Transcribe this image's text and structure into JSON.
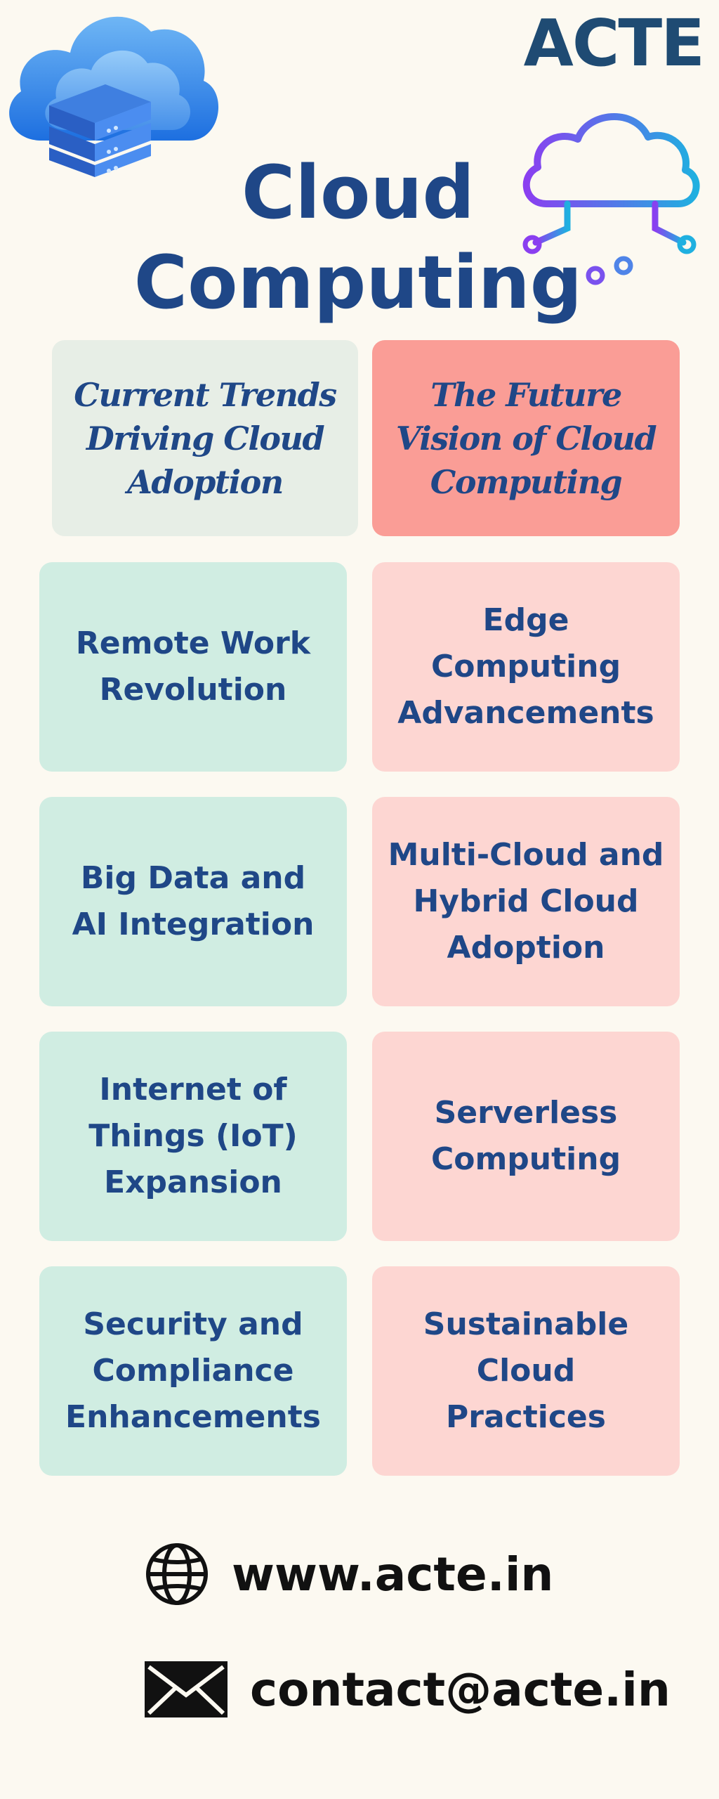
{
  "brand": {
    "logo_text": "ACTE"
  },
  "title": {
    "line1": "Cloud",
    "line2": "Computing"
  },
  "headers": {
    "left": "Current Trends Driving Cloud Adoption",
    "right": "The Future Vision of Cloud Computing"
  },
  "trends": [
    "Remote Work Revolution",
    "Big Data and AI Integration",
    "Internet of Things (IoT) Expansion",
    "Security and Compliance Enhancements"
  ],
  "future": [
    "Edge Computing Advancements",
    "Multi-Cloud and Hybrid Cloud Adoption",
    "Serverless Computing",
    "Sustainable Cloud Practices"
  ],
  "contact": {
    "website": "www.acte.in",
    "email": "contact@acte.in",
    "website_icon": "globe-icon",
    "email_icon": "envelope-icon"
  },
  "colors": {
    "background": "#fcf9f1",
    "primary_text": "#1f4787",
    "left_header_bg": "#e7eee6",
    "right_header_bg": "#fa9d96",
    "trend_card_bg": "#d0ede2",
    "future_card_bg": "#fdd6d2",
    "contact_text": "#111111"
  }
}
